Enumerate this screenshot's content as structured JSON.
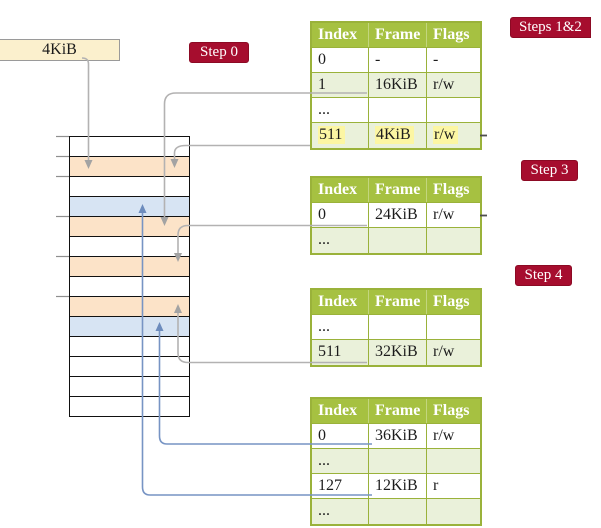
{
  "diagram": "page-table-address-translation-walk",
  "colors": {
    "background": "#ffffff",
    "badge_red": "#a60d2e",
    "table_header_green": "#a6c141",
    "table_row_green": "#eaf1da",
    "table_border_green": "#9ab23a",
    "frame_peach": "#fce3c8",
    "frame_blue": "#d7e4f3",
    "highlight_yellow": "#fcf6a3",
    "pointer_box_cream": "#fbf0cd",
    "connector_gray": "#b3b2b2",
    "connector_blue": "#7794c4"
  },
  "labels": {
    "frame_size_box": "4KiB",
    "step0_badge": "Step 0",
    "steps12_badge": "Steps 1&2",
    "step3_badge": "Step 3",
    "step4_badge": "Step 4"
  },
  "memory": {
    "rows": [
      {
        "cls": "mem-row fill-white"
      },
      {
        "cls": "mem-row fill-peach"
      },
      {
        "cls": "mem-row fill-white"
      },
      {
        "cls": "mem-row fill-blue"
      },
      {
        "cls": "mem-row fill-peach"
      },
      {
        "cls": "mem-row fill-white"
      },
      {
        "cls": "mem-row fill-peach"
      },
      {
        "cls": "mem-row fill-white"
      },
      {
        "cls": "mem-row fill-peach"
      },
      {
        "cls": "mem-row fill-blue"
      },
      {
        "cls": "mem-row fill-white"
      },
      {
        "cls": "mem-row fill-white"
      },
      {
        "cls": "mem-row fill-white"
      },
      {
        "cls": "mem-row fill-white"
      }
    ]
  },
  "tables": [
    {
      "name": "steps-1-2-table",
      "headers": [
        "Index",
        "Frame",
        "Flags"
      ],
      "rows": [
        {
          "index": "0",
          "frame": "-",
          "flags": "-"
        },
        {
          "index": "1",
          "frame": "16KiB",
          "flags": "r/w"
        },
        {
          "index": "...",
          "frame": "",
          "flags": ""
        },
        {
          "index": "511",
          "frame": "4KiB",
          "flags": "r/w"
        }
      ]
    },
    {
      "name": "step-3-table",
      "headers": [
        "Index",
        "Frame",
        "Flags"
      ],
      "rows": [
        {
          "index": "0",
          "frame": "24KiB",
          "flags": "r/w"
        },
        {
          "index": "...",
          "frame": "",
          "flags": ""
        }
      ]
    },
    {
      "name": "step-4-table",
      "headers": [
        "Index",
        "Frame",
        "Flags"
      ],
      "rows": [
        {
          "index": "...",
          "frame": "",
          "flags": ""
        },
        {
          "index": "511",
          "frame": "32KiB",
          "flags": "r/w"
        }
      ]
    },
    {
      "name": "final-table",
      "headers": [
        "Index",
        "Frame",
        "Flags"
      ],
      "rows": [
        {
          "index": "0",
          "frame": "36KiB",
          "flags": "r/w"
        },
        {
          "index": "...",
          "frame": "",
          "flags": ""
        },
        {
          "index": "127",
          "frame": "12KiB",
          "flags": "r"
        },
        {
          "index": "...",
          "frame": "",
          "flags": ""
        }
      ]
    }
  ]
}
